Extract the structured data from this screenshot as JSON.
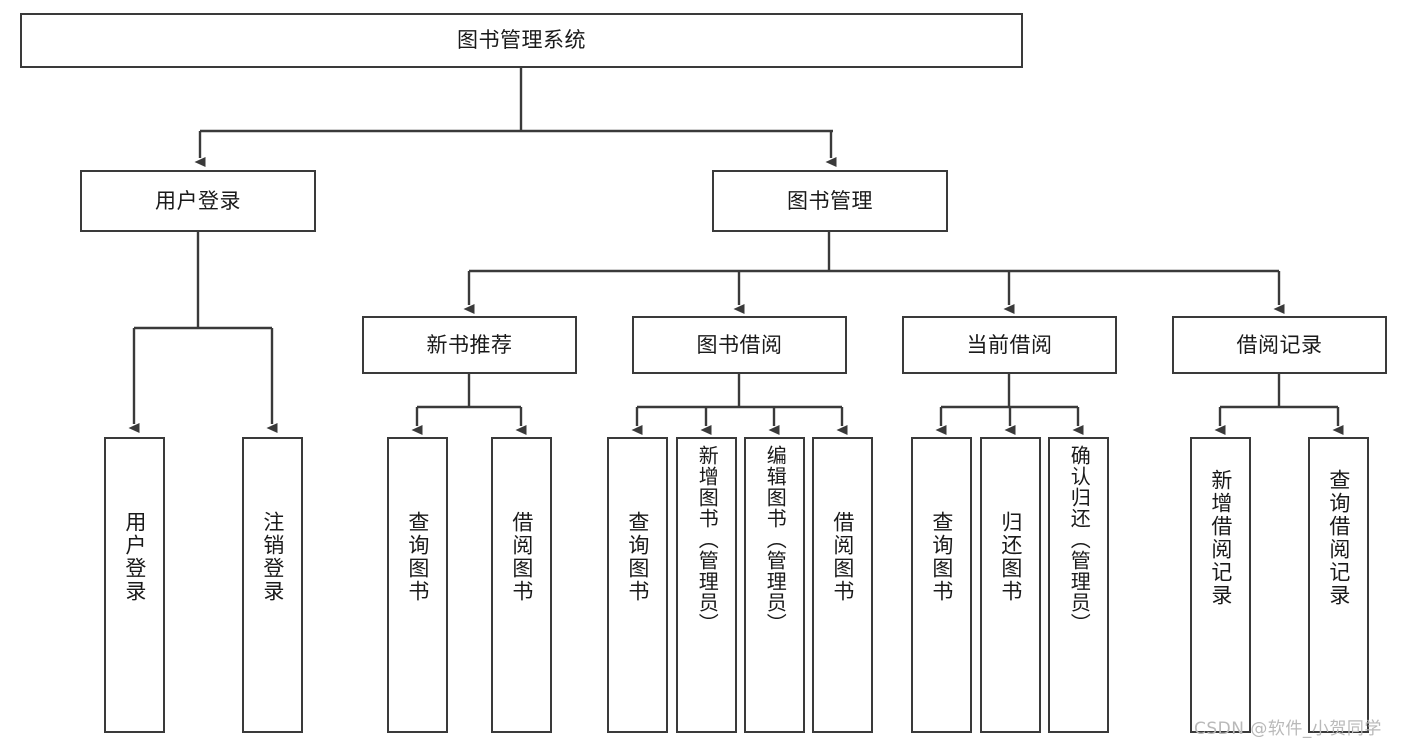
{
  "diagram": {
    "type": "tree-hierarchy",
    "title": "图书管理系统",
    "watermark": "CSDN @软件_小贺同学",
    "colors": {
      "box_border": "#3a3a3a",
      "box_fill": "#ffffff",
      "connector": "#3a3a3a",
      "text": "#1a1a1a",
      "watermark": "#b9b9b9",
      "background": "#ffffff"
    },
    "nodes": {
      "root": {
        "label": "图书管理系统"
      },
      "level2": [
        {
          "id": "user-login",
          "label": "用户登录"
        },
        {
          "id": "book-management",
          "label": "图书管理"
        }
      ],
      "level3": [
        {
          "id": "new-book-recommend",
          "label": "新书推荐"
        },
        {
          "id": "book-borrow",
          "label": "图书借阅"
        },
        {
          "id": "current-borrow",
          "label": "当前借阅"
        },
        {
          "id": "borrow-record",
          "label": "借阅记录"
        }
      ],
      "leaves": {
        "user_login": [
          {
            "id": "leaf-user-login",
            "label": "用户登录"
          },
          {
            "id": "leaf-logout",
            "label": "注销登录"
          }
        ],
        "new_book_recommend": [
          {
            "id": "leaf-query-book-1",
            "label": "查询图书"
          },
          {
            "id": "leaf-borrow-book-1",
            "label": "借阅图书"
          }
        ],
        "book_borrow": [
          {
            "id": "leaf-query-book-2",
            "label": "查询图书"
          },
          {
            "id": "leaf-add-book",
            "label": "新增图书（管理员）"
          },
          {
            "id": "leaf-edit-book",
            "label": "编辑图书（管理员）"
          },
          {
            "id": "leaf-borrow-book-2",
            "label": "借阅图书"
          }
        ],
        "current_borrow": [
          {
            "id": "leaf-query-book-3",
            "label": "查询图书"
          },
          {
            "id": "leaf-return-book",
            "label": "归还图书"
          },
          {
            "id": "leaf-confirm-return",
            "label": "确认归还（管理员）"
          }
        ],
        "borrow_record": [
          {
            "id": "leaf-add-record",
            "label": "新增借阅记录"
          },
          {
            "id": "leaf-query-record",
            "label": "查询借阅记录"
          }
        ]
      }
    }
  }
}
